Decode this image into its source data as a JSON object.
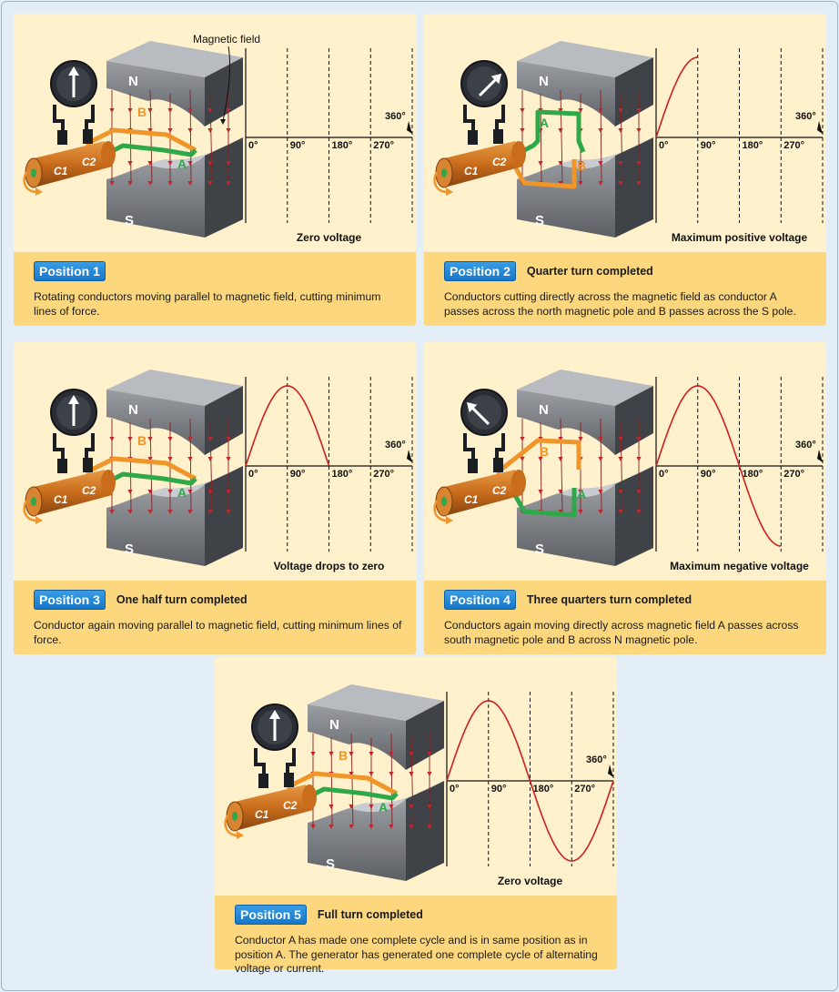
{
  "global": {
    "magnetic_field_label": "Magnetic field"
  },
  "labels": {
    "north": "N",
    "south": "S",
    "a": "A",
    "b": "B",
    "c1": "C1",
    "c2": "C2",
    "deg0": "0°",
    "deg90": "90°",
    "deg180": "180°",
    "deg270": "270°",
    "deg360": "360°"
  },
  "panels": [
    {
      "badge": "Position 1",
      "subtitle": "",
      "graph_label": "Zero voltage",
      "description": "Rotating conductors moving parallel to magnetic field, cutting minimum lines of force."
    },
    {
      "badge": "Position 2",
      "subtitle": "Quarter turn completed",
      "graph_label": "Maximum positive voltage",
      "description": "Conductors cutting directly across the magnetic field as conductor A passes across the north magnetic pole and B passes across the S pole."
    },
    {
      "badge": "Position 3",
      "subtitle": "One half turn completed",
      "graph_label": "Voltage drops to zero",
      "description": "Conductor again moving parallel to magnetic field, cutting minimum lines of force."
    },
    {
      "badge": "Position 4",
      "subtitle": "Three quarters turn completed",
      "graph_label": "Maximum negative voltage",
      "description": "Conductors again moving directly across magnetic field A passes across south magnetic pole and B across N magnetic pole."
    },
    {
      "badge": "Position 5",
      "subtitle": "Full turn completed",
      "graph_label": "Zero voltage",
      "description": "Conductor A has made one complete cycle and is in same position as in position A. The generator has generated one complete cycle of alternating voltage or current."
    }
  ],
  "chart_data": [
    {
      "type": "line",
      "x": [
        0
      ],
      "y": [
        0
      ],
      "xticks": [
        "0°",
        "90°",
        "180°",
        "270°",
        "360°"
      ],
      "xlim": [
        0,
        360
      ],
      "ylim": [
        -1,
        1
      ],
      "xlabel": "Zero voltage"
    },
    {
      "type": "line",
      "x": [
        0,
        90
      ],
      "y": [
        0,
        1
      ],
      "xticks": [
        "0°",
        "90°",
        "180°",
        "270°",
        "360°"
      ],
      "xlim": [
        0,
        360
      ],
      "ylim": [
        -1,
        1
      ],
      "xlabel": "Maximum positive voltage"
    },
    {
      "type": "line",
      "x": [
        0,
        90,
        180
      ],
      "y": [
        0,
        1,
        0
      ],
      "xticks": [
        "0°",
        "90°",
        "180°",
        "270°",
        "360°"
      ],
      "xlim": [
        0,
        360
      ],
      "ylim": [
        -1,
        1
      ],
      "xlabel": "Voltage drops to zero"
    },
    {
      "type": "line",
      "x": [
        0,
        90,
        180,
        270
      ],
      "y": [
        0,
        1,
        0,
        -1
      ],
      "xticks": [
        "0°",
        "90°",
        "180°",
        "270°",
        "360°"
      ],
      "xlim": [
        0,
        360
      ],
      "ylim": [
        -1,
        1
      ],
      "xlabel": "Maximum negative voltage"
    },
    {
      "type": "line",
      "x": [
        0,
        90,
        180,
        270,
        360
      ],
      "y": [
        0,
        1,
        0,
        -1,
        0
      ],
      "xticks": [
        "0°",
        "90°",
        "180°",
        "270°",
        "360°"
      ],
      "xlim": [
        0,
        360
      ],
      "ylim": [
        -1,
        1
      ],
      "xlabel": "Zero voltage"
    }
  ],
  "colors": {
    "panel_bg": "#fff1cc",
    "caption_bg": "#fcd77d",
    "badge": "#1e84d4",
    "wave": "#cc1f1f",
    "conductor_a": "#2fa84a",
    "conductor_b": "#f0952a"
  }
}
